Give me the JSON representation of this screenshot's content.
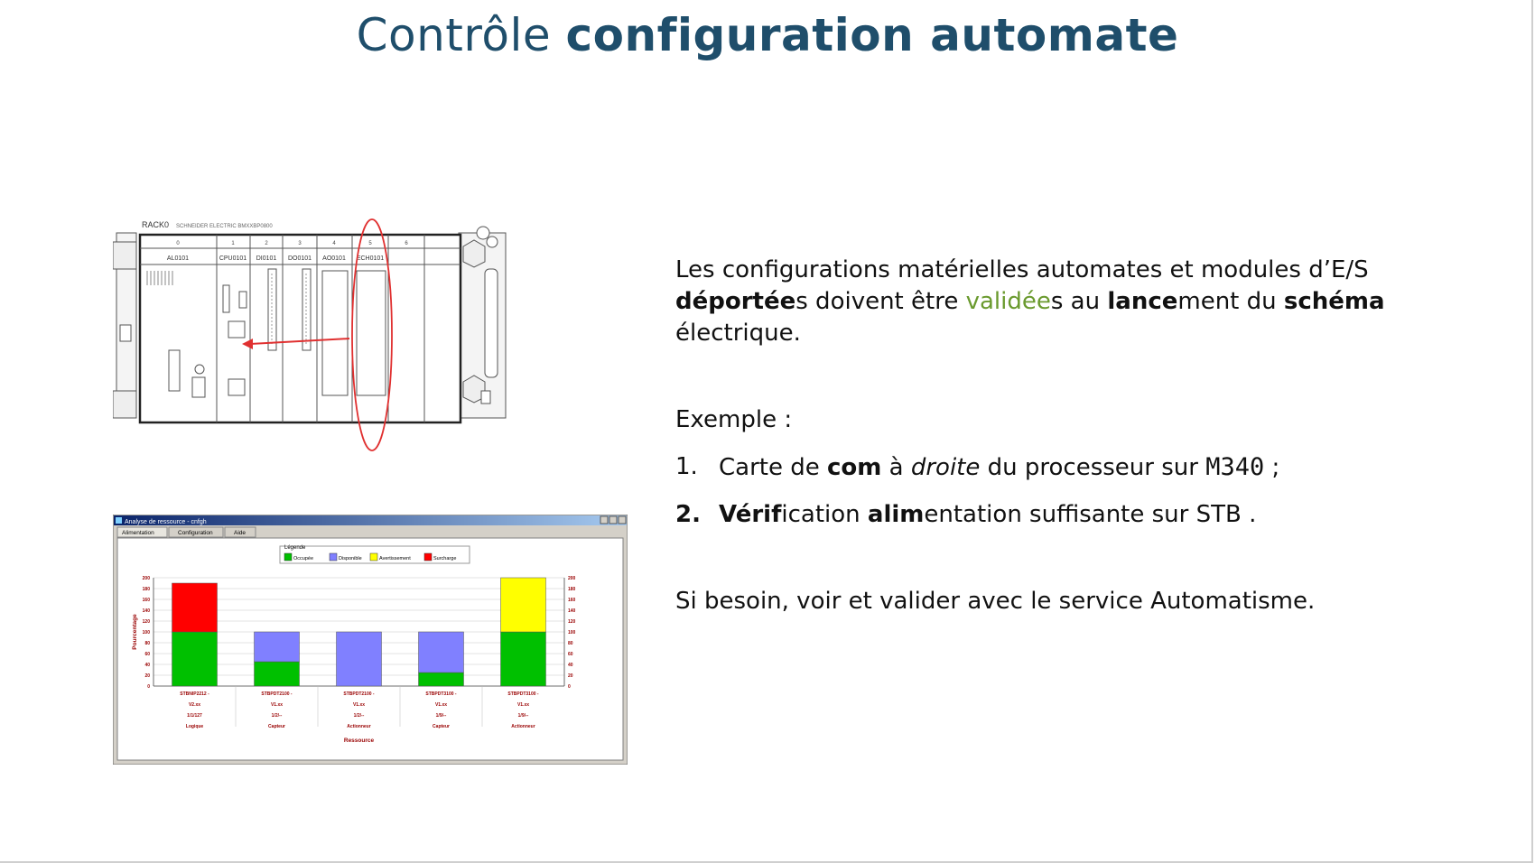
{
  "slide": {
    "title_part1": "Contrôle ",
    "title_part2": "configuration automate"
  },
  "rack": {
    "label": "RACK0",
    "brand": "SCHNEIDER ELECTRIC   BMXXBP0800",
    "slots": [
      "0",
      "1",
      "2",
      "3",
      "4",
      "5",
      "6"
    ],
    "modules": [
      "AL0101",
      "CPU0101",
      "DI0101",
      "DO0101",
      "AO0101",
      "ECH0101"
    ]
  },
  "window": {
    "title": "Analyse de ressource - cnfgh",
    "tabs": [
      "Alimentation",
      "Configuration",
      "Aide"
    ],
    "legend_title": "Légende",
    "legend": [
      {
        "label": "Occupée",
        "color": "#00c000"
      },
      {
        "label": "Disponible",
        "color": "#8080ff"
      },
      {
        "label": "Avertissement",
        "color": "#ffff00"
      },
      {
        "label": "Surcharge",
        "color": "#ff0000"
      }
    ],
    "ylabel": "Pourcentage",
    "xlabel": "Ressource"
  },
  "chart_data": {
    "type": "bar",
    "stacked": true,
    "ylim": [
      0,
      200
    ],
    "yticks": [
      0,
      20,
      40,
      60,
      80,
      100,
      120,
      140,
      160,
      180,
      200
    ],
    "categories": [
      [
        "STBNIP2212 -",
        "V2.xx",
        "1/1/127",
        "Logique"
      ],
      [
        "STBPDT2100 -",
        "V1.xx",
        "1/2/--",
        "Capteur"
      ],
      [
        "STBPDT2100 -",
        "V1.xx",
        "1/2/--",
        "Actionneur"
      ],
      [
        "STBPDT3100 -",
        "V1.xx",
        "1/9/--",
        "Capteur"
      ],
      [
        "STBPDT3100 -",
        "V1.xx",
        "1/9/--",
        "Actionneur"
      ]
    ],
    "series": [
      {
        "name": "Occupée",
        "color": "#00c000",
        "values": [
          100,
          45,
          0,
          25,
          100
        ]
      },
      {
        "name": "Disponible",
        "color": "#8080ff",
        "values": [
          0,
          55,
          100,
          75,
          0
        ]
      },
      {
        "name": "Avertissement",
        "color": "#ffff00",
        "values": [
          0,
          0,
          0,
          0,
          100
        ]
      },
      {
        "name": "Surcharge",
        "color": "#ff0000",
        "values": [
          90,
          0,
          0,
          0,
          0
        ]
      }
    ]
  },
  "text": {
    "p1_line1": "Les configurations matérielles automates et modules d’E/S",
    "p1_b1": "déportée",
    "p1_t1": "s doivent être ",
    "p1_g1": "validée",
    "p1_t2": "s au ",
    "p1_b2": "lance",
    "p1_t3": "ment du ",
    "p1_b3": "schéma",
    "p1_t4": " électrique.",
    "example": "Exemple :",
    "item1_num": "1.",
    "item1_t1": "Carte de ",
    "item1_b1": "com",
    "item1_t2": " à ",
    "item1_i1": "droite",
    "item1_t3": " du processeur sur ",
    "item1_m1": "M340",
    "item1_t4": " ;",
    "item2_num": "2.",
    "item2_b1": "Vérif",
    "item2_t1": "ication ",
    "item2_b2": "alim",
    "item2_t2": "entation suffisante sur STB .",
    "closing": "Si besoin, voir et valider avec le service Automatisme."
  }
}
